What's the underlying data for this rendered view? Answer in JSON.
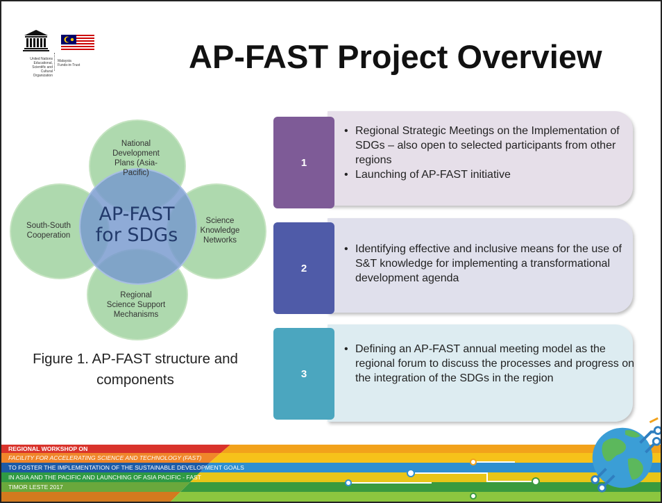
{
  "logo": {
    "org_line1": "United Nations",
    "org_line2": "Educational, Scientific and",
    "org_line3": "Cultural Organization",
    "country_line1": "Malaysia",
    "country_line2": "Funds-in-Trust"
  },
  "title": "AP-FAST Project Overview",
  "diagram": {
    "center": [
      "AP-FAST",
      "for SDGs"
    ],
    "top": [
      "National",
      "Development",
      "Plans (Asia-",
      "Pacific)"
    ],
    "left": [
      "South-South",
      "Cooperation"
    ],
    "right": [
      "Science",
      "Knowledge",
      "Networks"
    ],
    "bottom": [
      "Regional",
      "Science Support",
      "Mechanisms"
    ]
  },
  "caption": [
    "Figure 1. AP-FAST structure and",
    "components"
  ],
  "steps": [
    {
      "number": "1",
      "bullets": [
        "Regional Strategic Meetings on the Implementation of SDGs – also open to selected participants from other regions",
        "Launching of AP-FAST initiative"
      ]
    },
    {
      "number": "2",
      "bullets": [
        "Identifying effective and inclusive means for the use of S&T knowledge for implementing a transformational development agenda"
      ]
    },
    {
      "number": "3",
      "bullets": [
        "Defining an AP-FAST annual meeting model as the regional forum to discuss the processes and progress on the integration of the SDGs in the region"
      ]
    }
  ],
  "footer": {
    "line1": "REGIONAL WORKSHOP ON",
    "line2": "FACILITY FOR ACCELERATING SCIENCE AND TECHNOLOGY (FAST)",
    "line3": "TO FOSTER THE IMPLEMENTATION OF THE SUSTAINABLE DEVELOPMENT GOALS",
    "line4": "IN ASIA AND THE PACIFIC AND LAUNCHING OF ASIA PACIFIC - FAST",
    "line5": "TIMOR LESTE 2017"
  },
  "colors": {
    "step1": "#7e5b97",
    "step1_bg": "#e6dfe9",
    "step2": "#4f5ba8",
    "step2_bg": "#e0e0ec",
    "step3": "#4ba6bf",
    "step3_bg": "#ddecf1",
    "circle_center": "#7f9fd1",
    "circle_outer": "#a8d5a4"
  }
}
